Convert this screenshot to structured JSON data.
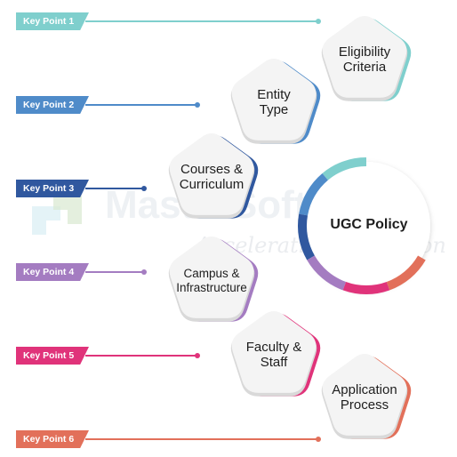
{
  "key_points": [
    {
      "label": "Key Point 1",
      "color": "#7fcfcd"
    },
    {
      "label": "Key Point 2",
      "color": "#4f8bc9"
    },
    {
      "label": "Key Point 3",
      "color": "#30589f"
    },
    {
      "label": "Key Point 4",
      "color": "#a47cc1"
    },
    {
      "label": "Key Point 5",
      "color": "#e0337a"
    },
    {
      "label": "Key Point 6",
      "color": "#e2705a"
    }
  ],
  "criteria": [
    {
      "line1": "Eligibility",
      "line2": "Criteria",
      "icon": "pentagon"
    },
    {
      "line1": "Entity",
      "line2": "Type",
      "icon": "pentagon"
    },
    {
      "line1": "Courses &",
      "line2": "Curriculum",
      "icon": "pentagon"
    },
    {
      "line1": "Campus &",
      "line2": "Infrastructure",
      "icon": "pentagon"
    },
    {
      "line1": "Faculty &",
      "line2": "Staff",
      "icon": "pentagon"
    },
    {
      "line1": "Application",
      "line2": "Process",
      "icon": "pentagon"
    }
  ],
  "center": {
    "title": "UGC Policy"
  },
  "watermark": {
    "brand": "MasterSoft",
    "tagline": "Accelerating education"
  }
}
